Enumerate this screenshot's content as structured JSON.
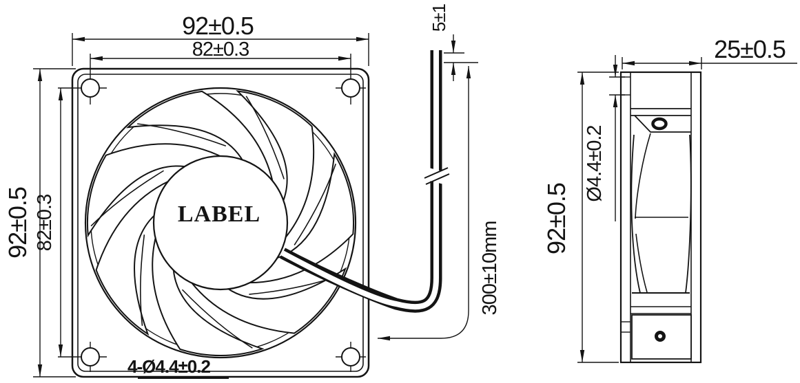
{
  "title": "axial-fan-dimension-drawing",
  "colors": {
    "background": "#ffffff",
    "line": "#141414"
  },
  "front": {
    "center_label": "LABEL",
    "dim_width": "92±0.5",
    "dim_hole_pitch_h": "82±0.3",
    "dim_height": "92±0.5",
    "dim_hole_pitch_v": "82±0.3",
    "note_holes": "4-Ø4.4±0.2"
  },
  "wires": {
    "dim_strip": "5±1",
    "dim_length": "300±10mm"
  },
  "side": {
    "dim_depth": "25±0.5",
    "dim_height": "92±0.5",
    "dim_hole_dia": "Ø4.4±0.2"
  }
}
